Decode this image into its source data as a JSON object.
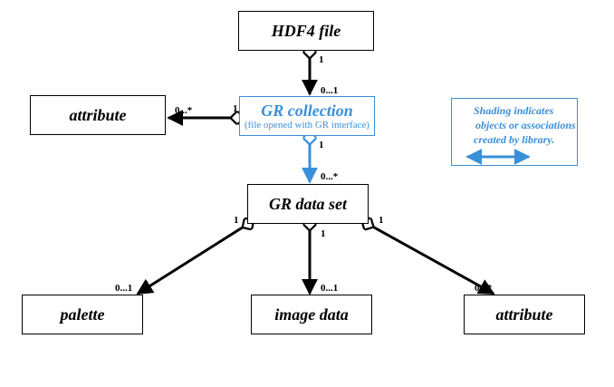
{
  "nodes": {
    "hdf4_file": "HDF4 file",
    "gr_collection": "GR collection",
    "gr_collection_note": "(file opened with GR interface)",
    "attribute_top": "attribute",
    "gr_data_set": "GR data set",
    "palette": "palette",
    "image_data": "image data",
    "attribute_bottom": "attribute"
  },
  "multiplicities": {
    "file_to_collection_top": "1",
    "file_to_collection_bottom": "0...1",
    "collection_to_attribute_left": "0...*",
    "collection_to_attribute_right": "1",
    "collection_to_dataset_top": "1",
    "collection_to_dataset_bottom": "0...*",
    "dataset_to_palette_top": "1",
    "dataset_to_palette_bottom": "0...1",
    "dataset_to_image_top": "1",
    "dataset_to_image_bottom": "0...1",
    "dataset_to_attribute_top": "1",
    "dataset_to_attribute_bottom": "0...*"
  },
  "legend": {
    "line1": "Shading indicates",
    "line2": "objects or associations",
    "line3": "created by library."
  },
  "colors": {
    "library_created": "#3a8fd9",
    "default": "#000000"
  }
}
